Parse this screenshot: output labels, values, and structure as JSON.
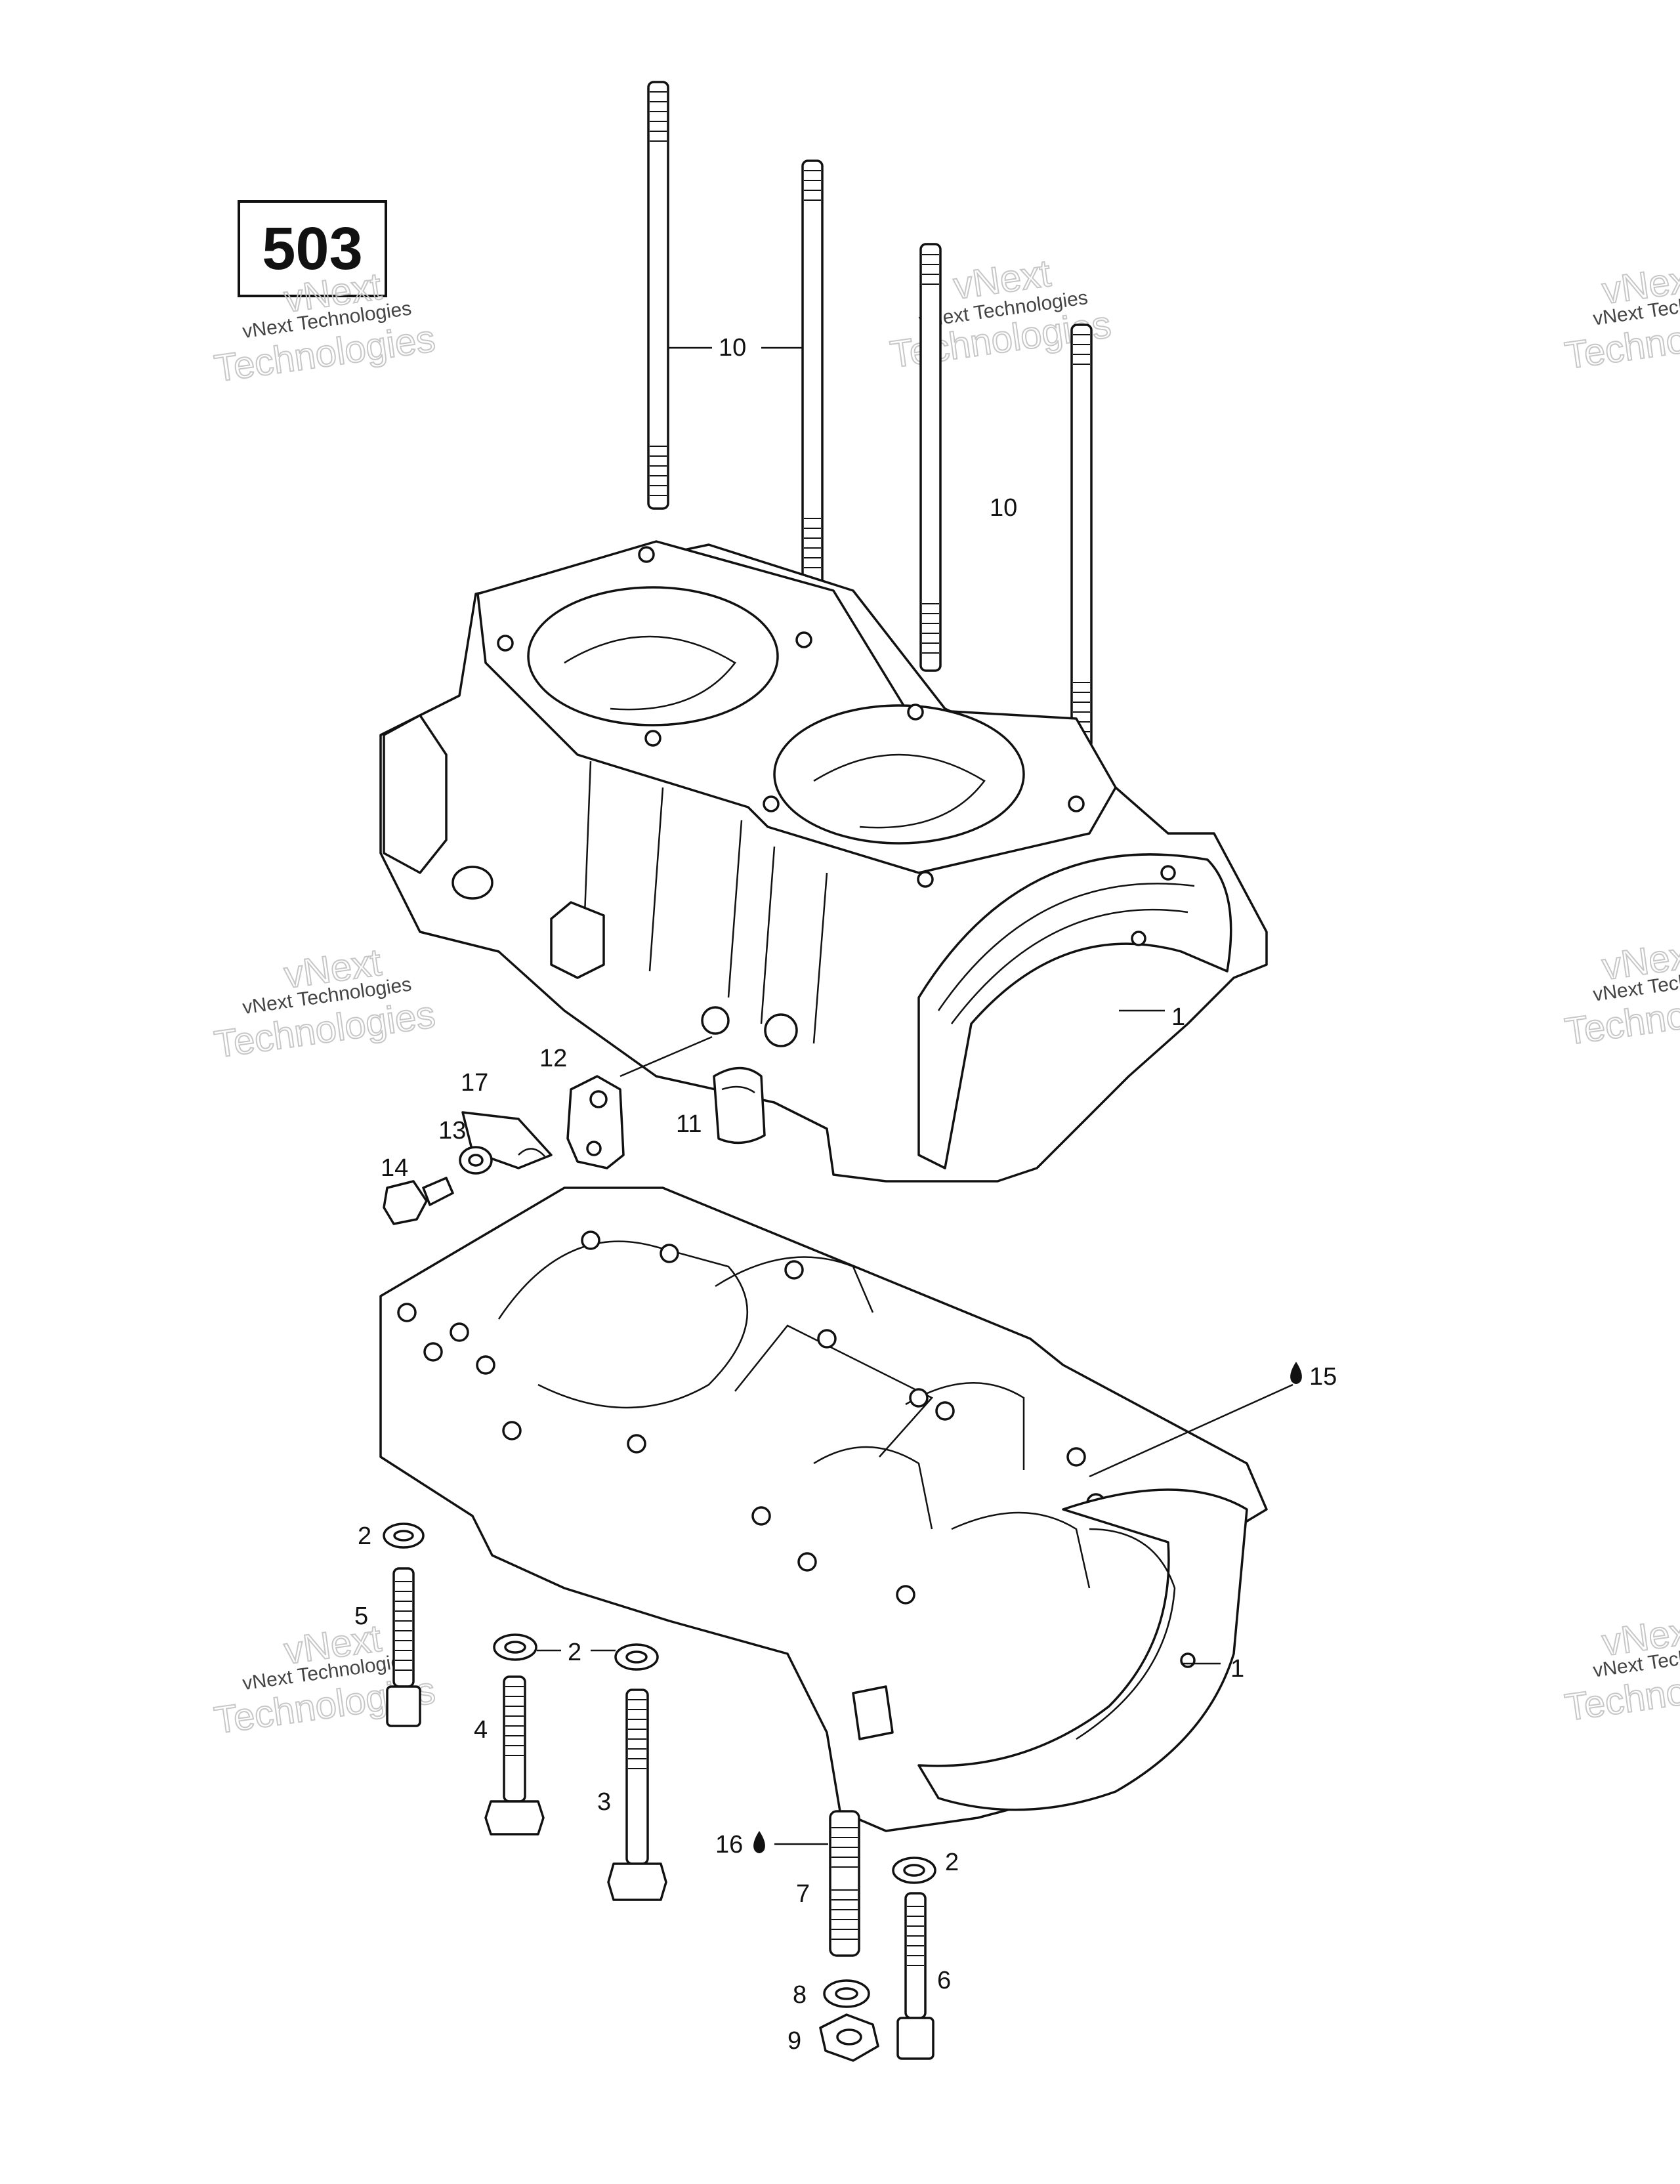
{
  "page_number": "503",
  "watermark": {
    "small_text": "vNext Technologies",
    "big_line1": "vNext",
    "big_line2": "Technologies"
  },
  "callouts": {
    "c1_top": "1",
    "c1_bottom": "1",
    "c2_a": "2",
    "c2_b": "2",
    "c2_c": "2",
    "c3": "3",
    "c4": "4",
    "c5": "5",
    "c6": "6",
    "c7": "7",
    "c8": "8",
    "c9": "9",
    "c10_a": "10",
    "c10_b": "10",
    "c11": "11",
    "c12": "12",
    "c13": "13",
    "c14": "14",
    "c15": "15",
    "c16": "16",
    "c17": "17"
  },
  "icons": {
    "sealant_drop": "drop-icon"
  }
}
